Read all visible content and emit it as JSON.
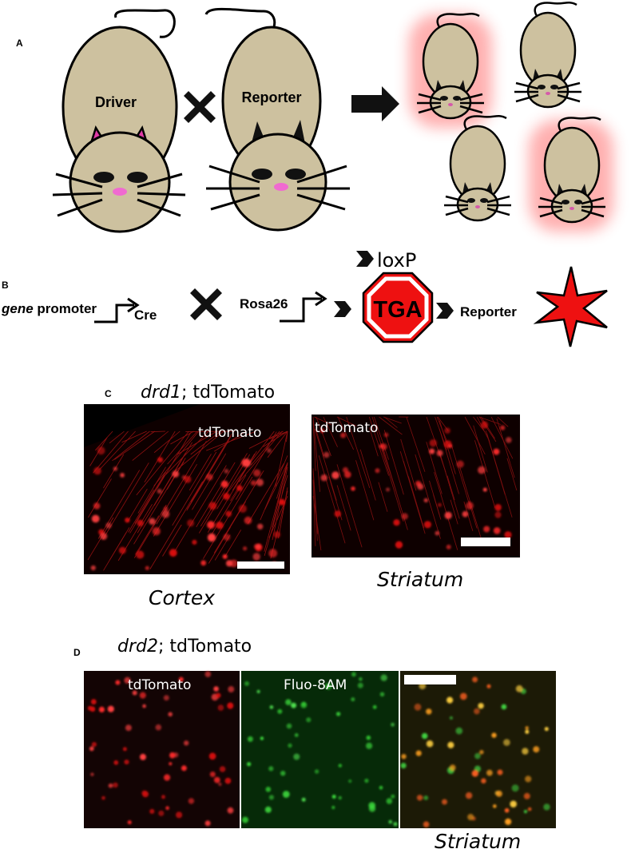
{
  "panels": {
    "a": {
      "label": "A",
      "driver_label": "Driver",
      "reporter_label": "Reporter"
    },
    "b": {
      "label": "B",
      "gene_word": "gene",
      "promoter_word": " promoter",
      "cre_label": "Cre",
      "rosa_label": "Rosa26",
      "loxp_label": "loxP",
      "stop_codon": "TGA",
      "reporter_label": "Reporter"
    },
    "c": {
      "label": "C",
      "title_gene": "drd1",
      "title_rest": "; tdTomato",
      "left_image_label": "tdTomato",
      "right_image_label": "tdTomato",
      "left_region": "Cortex",
      "right_region": "Striatum"
    },
    "d": {
      "label": "D",
      "title_gene": "drd2",
      "title_rest": "; tdTomato",
      "image1_label": "tdTomato",
      "image2_label": "Fluo-8AM",
      "region": "Striatum"
    }
  },
  "colors": {
    "mouse_body": "#cdc19f",
    "driver_ear": "#e03aa6",
    "nose": "#f06ad0",
    "glow": "#ff5050",
    "stop_sign": "#ee1111",
    "fluor_red": "#ff2a2a",
    "fluor_green": "#3ddc3d",
    "fluor_merge": "#ffa020"
  }
}
